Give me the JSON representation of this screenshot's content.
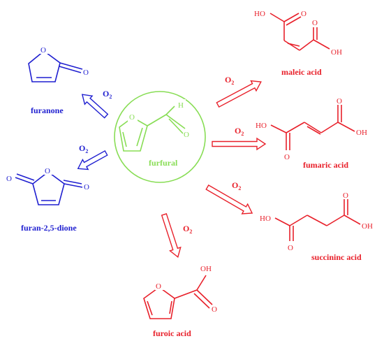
{
  "colors": {
    "center": "#88dd55",
    "blue_products": "#1f1fd0",
    "red_products": "#e8202a",
    "arrow": "#e8202a",
    "arrow_blue": "#1f1fd0"
  },
  "reagent": {
    "base": "O",
    "sub": "2"
  },
  "center": {
    "name": "furfural",
    "atom_O": "O",
    "atom_H": "H"
  },
  "products": {
    "furanone": {
      "name": "furanone",
      "atom_O": "O"
    },
    "furandione": {
      "name": "furan-2,5-dione",
      "atom_O": "O"
    },
    "furoic": {
      "name": "furoic acid",
      "atom_O": "O",
      "atom_OH": "OH"
    },
    "maleic": {
      "name": "maleic acid",
      "atom_O": "O",
      "atom_HO": "HO",
      "atom_OH": "OH"
    },
    "fumaric": {
      "name": "fumaric acid",
      "atom_O": "O",
      "atom_HO": "HO",
      "atom_OH": "OH"
    },
    "succinic": {
      "name": "succininc acid",
      "atom_O": "O",
      "atom_HO": "HO",
      "atom_OH": "OH"
    }
  }
}
